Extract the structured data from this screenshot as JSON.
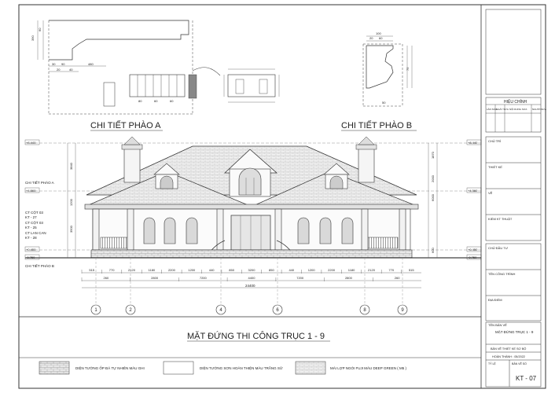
{
  "sheet": {
    "title_detail_a": "CHI TIẾT PHÀO A",
    "title_detail_b": "CHI TIẾT PHÀO B",
    "title_elevation": "MẶT ĐỨNG THI CÔNG TRỤC 1 - 9",
    "levels_left": [
      "+8.440",
      "+4.560",
      "+0.450",
      "-0.750"
    ],
    "levels_right": [
      "+8.440",
      "+4.560",
      "+0.450",
      "-0.750"
    ],
    "side_labels": [
      "CHI TIẾT PHÀO A",
      "CT CỘT 03",
      "KT - 27",
      "CT CỘT 03",
      "KT - 25",
      "CT LAN CAN",
      "KT - 28",
      "CHI TIẾT PHÀO B"
    ],
    "dims_row1": [
      "515",
      "770",
      "2120",
      "1180",
      "2200",
      "1200",
      "440",
      "850",
      "3200",
      "850",
      "440",
      "1200",
      "2200",
      "1180",
      "2120",
      "770",
      "515"
    ],
    "dims_row2": [
      "260",
      "2800",
      "7200",
      "4400",
      "7200",
      "2800",
      "260"
    ],
    "dims_total": "24400",
    "grid_axes": [
      "1",
      "2",
      "4",
      "6",
      "8",
      "9"
    ],
    "height_dims": [
      "3840",
      "1870",
      "1200",
      "3500",
      "6000",
      "600",
      "2000"
    ],
    "detail_dims_a": [
      "390",
      "60",
      "30",
      "90",
      "480",
      "30",
      "20",
      "20",
      "30",
      "20",
      "40",
      "80",
      "60",
      "60",
      "60",
      "60",
      "60",
      "60",
      "60"
    ],
    "detail_dims_b": [
      "100",
      "20",
      "60",
      "20",
      "15",
      "75",
      "20",
      "20",
      "25",
      "20",
      "50",
      "80"
    ],
    "legend": [
      "DIỆN TƯỜNG ỐP ĐÁ TỰ NHIÊN MÀU GHI",
      "DIỆN TƯỜNG SƠN HOÀN THIỆN MÀU TRẮNG SỮ",
      "MÁI LỢP NGÓI FUJI MÀU DEEP GREEN ( M5 )"
    ]
  },
  "title_block": {
    "revision_header": "HIỆU CHỈNH",
    "revision_columns": [
      "LẦN SỬA",
      "NGÀY SỬA",
      "NỘI DUNG SỬA",
      "NGƯỜI SỬA"
    ],
    "chu_tri": "CHỦ TRÌ",
    "thiet_ke": "THIẾT KẾ",
    "ve": "VẼ",
    "kiem_kt": "KIỂM KT THUẬT",
    "chu_dau_tu": "CHỦ ĐẦU TƯ",
    "ten_cong_trinh": "TÊN CÔNG TRÌNH",
    "dia_diem": "ĐỊA ĐIỂM",
    "ten_ban_ve_label": "TÊN BẢN VẼ",
    "ten_ban_ve_value": "MẶT ĐỨNG TRỤC 1 - 9",
    "stage": "BẢN VẼ THIẾT KẾ SƠ BỘ",
    "completed": "HOÀN THÀNH : 05/2022",
    "scale_label": "TỶ LỆ",
    "sheet_no_label": "BẢN VẼ SỐ",
    "sheet_no": "KT - 07"
  }
}
